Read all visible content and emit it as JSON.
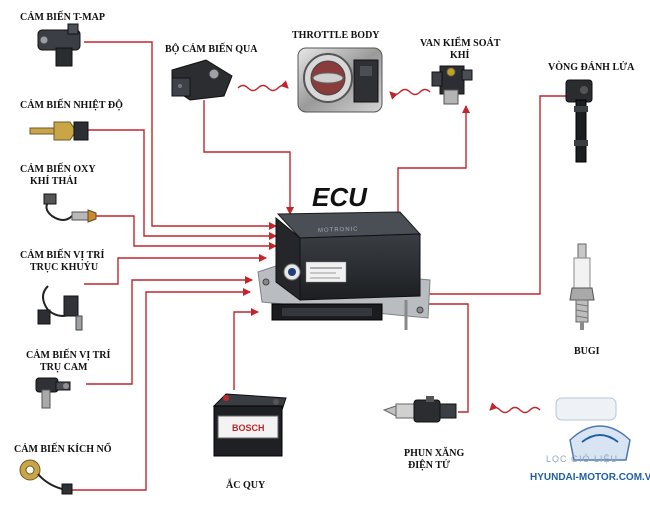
{
  "title": "ECU",
  "labels": {
    "t_map": "CẢM BIẾN T-MAP",
    "throttle_sensor": "BỘ CẢM BIẾN QUA",
    "throttle_body": "THROTTLE BODY",
    "idle_valve": [
      "VAN KIỂM SOÁT",
      "KHÍ"
    ],
    "ignition_coil": "VÒNG ĐÁNH LỬA",
    "temp_sensor": "CẢM BIẾN NHIỆT ĐỘ",
    "oxygen_sensor": [
      "CẢM BIẾN OXY",
      "KHÍ THẢI"
    ],
    "crank_sensor": [
      "CẢM BIẾN VỊ TRÍ",
      "TRỤC KHUỶU"
    ],
    "cam_sensor": [
      "CẢM BIẾN VỊ TRÍ",
      "TRỤ CAM"
    ],
    "knock_sensor": "CẢM BIẾN KÍCH NỔ",
    "battery": "ẮC QUY",
    "spark_plug": "BUGI",
    "injector": [
      "PHUN XĂNG",
      "ĐIỆN TỬ"
    ]
  },
  "ecu_brand": "MOTRONIC",
  "battery_brand": "BOSCH",
  "watermark": {
    "top": "LỌC GIÓ LIỆU",
    "site": "HYUNDAI-MOTOR.COM.VN"
  },
  "colors": {
    "wire": "#c0272d",
    "ecu_body": "#2a2d31",
    "background": "#ffffff",
    "watermark_blue": "#1f5fa8"
  },
  "icons": [
    "t-map-sensor-icon",
    "throttle-position-sensor-icon",
    "throttle-body-icon",
    "idle-control-valve-icon",
    "ignition-coil-icon",
    "temperature-sensor-icon",
    "oxygen-sensor-icon",
    "crankshaft-sensor-icon",
    "camshaft-sensor-icon",
    "knock-sensor-icon",
    "ecu-unit-icon",
    "battery-icon",
    "spark-plug-icon",
    "fuel-injector-icon",
    "brand-logo-icon"
  ]
}
